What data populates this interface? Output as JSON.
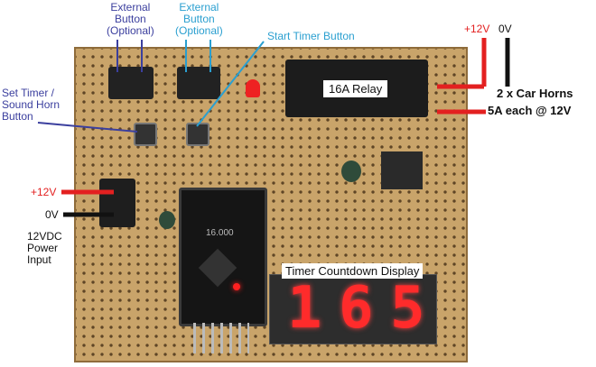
{
  "labels": {
    "ext_btn_1": "External\nButton\n(Optional)",
    "ext_btn_2": "External\nButton\n(Optional)",
    "start_timer": "Start Timer Button",
    "set_timer": "Set Timer /\nSound Horn\nButton",
    "plus12v_top": "+12V",
    "zero_v_top": "0V",
    "car_horns_line1": "2 x Car Horns",
    "car_horns_line2": "5A each @ 12V",
    "relay": "16A Relay",
    "plus12v_left": "+12V",
    "zero_v_left": "0V",
    "power_input": "12VDC\nPower\nInput",
    "display": "Timer Countdown Display",
    "crystal": "16.000"
  },
  "display_digits": [
    "1",
    "6",
    "5"
  ],
  "colors": {
    "purple_label": "#3b3f9e",
    "cyan_label": "#2a9fd0",
    "red_wire": "#e32020",
    "black_wire": "#111111",
    "board": "#c9a46a",
    "segment_on": "#ff2b2b"
  }
}
